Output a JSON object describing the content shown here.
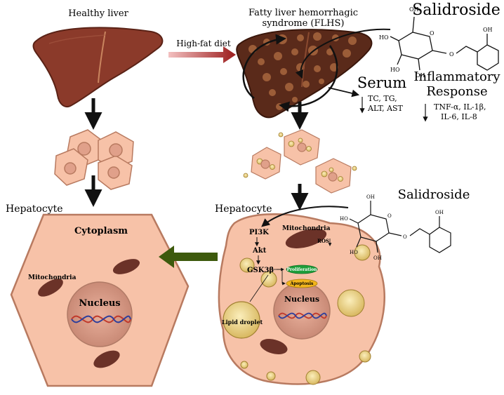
{
  "labels": {
    "healthy_liver": "Healthy liver",
    "high_fat_diet": "High-fat diet",
    "flhs_line1": "Fatty liver hemorrhagic",
    "flhs_line2": "syndrome (FLHS)",
    "salidroside": "Salidroside",
    "serum": "Serum",
    "serum_markers_line1": "TC, TG,",
    "serum_markers_line2": "ALT, AST",
    "inflammatory_line1": "Inflammatory",
    "inflammatory_line2": "Response",
    "cytokines_line1": "TNF-α, IL-1β,",
    "cytokines_line2": "IL-6, IL-8",
    "hepatocyte": "Hepatocyte",
    "cytoplasm": "Cytoplasm",
    "mitochondria": "Mitochondria",
    "nucleus": "Nucleus",
    "pi3k": "PI3K",
    "akt": "Akt",
    "gsk3b": "GSK3β",
    "ros": "ROS",
    "proliferation": "Proliferation",
    "apoptosis": "Apoptosis",
    "lipid_droplet": "Lipid droplet"
  },
  "molecule_atoms": {
    "oh": "OH",
    "ho": "HO",
    "o": "O"
  },
  "colors": {
    "liver_healthy": "#8b3a2a",
    "liver_fatty": "#5a2a1a",
    "cell_fill": "#f7c2a8",
    "cell_stroke": "#b87a60",
    "nucleus_fill": "#e0a08a",
    "mito_fill": "#6b3228",
    "lipid_fill": "#f1d98c",
    "arrow_red": "#9b1b1b",
    "arrow_green": "#3d5a0d",
    "proliferation_fill": "#1e9e3a",
    "apoptosis_fill": "#f2b51c",
    "dna_red": "#c0392b",
    "dna_blue": "#2c3e9c"
  }
}
